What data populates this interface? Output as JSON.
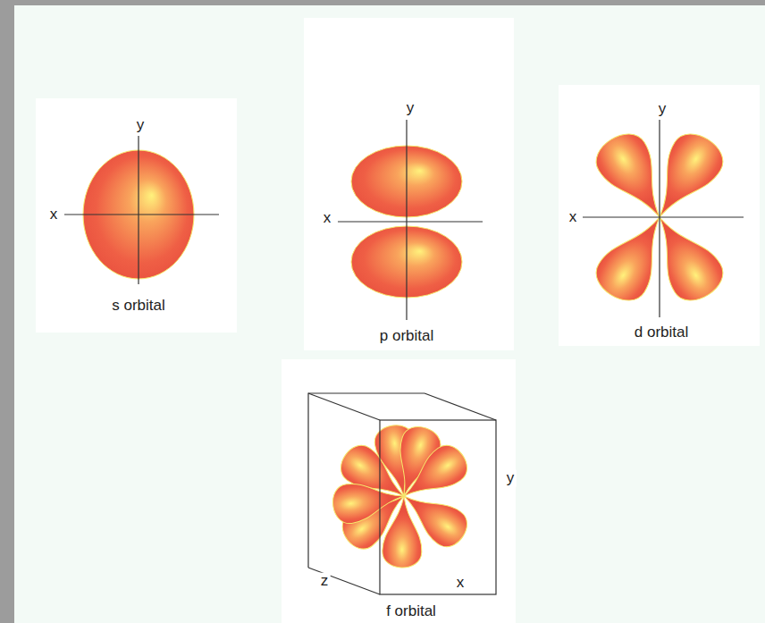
{
  "diagram": {
    "labels": [
      "y",
      "x",
      "s orbital",
      "y",
      "x",
      "p orbital",
      "y",
      "x",
      "d orbital",
      "y",
      "z",
      "x",
      "f orbital"
    ]
  }
}
